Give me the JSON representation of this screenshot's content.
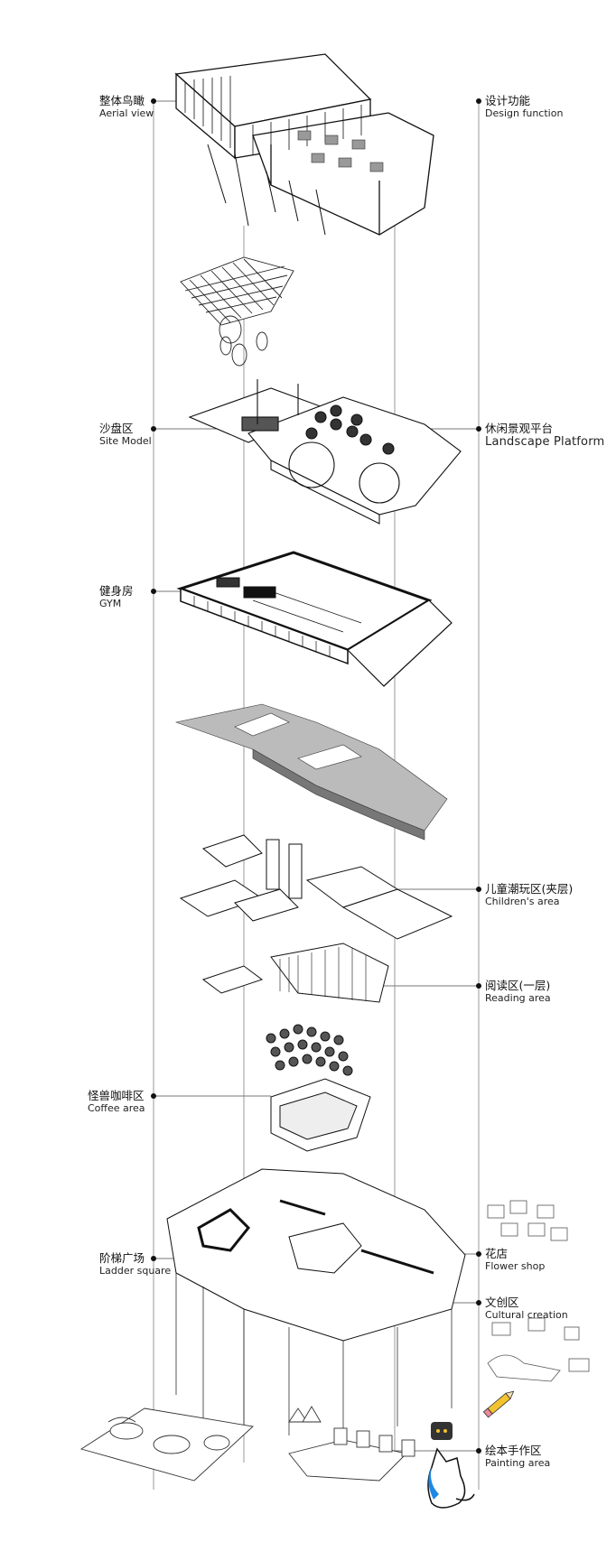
{
  "header": {
    "zh": "设计功能",
    "en": "Design function"
  },
  "left_labels": [
    {
      "id": "aerial",
      "zh": "整体鸟瞰",
      "en": "Aerial view"
    },
    {
      "id": "site",
      "zh": "沙盘区",
      "en": "Site Model"
    },
    {
      "id": "gym",
      "zh": "健身房",
      "en": "GYM"
    },
    {
      "id": "coffee",
      "zh": "怪兽咖啡区",
      "en": "Coffee area"
    },
    {
      "id": "ladder",
      "zh": "阶梯广场",
      "en": "Ladder square"
    }
  ],
  "right_labels": [
    {
      "id": "landscape",
      "zh": "休闲景观平台",
      "en": "Landscape Platform"
    },
    {
      "id": "children",
      "zh": "儿童潮玩区(夹层)",
      "en": "Children's area"
    },
    {
      "id": "reading",
      "zh": "阅读区(一层)",
      "en": "Reading area"
    },
    {
      "id": "flower",
      "zh": "花店",
      "en": "Flower shop"
    },
    {
      "id": "cultural",
      "zh": "文创区",
      "en": "Cultural creation"
    },
    {
      "id": "painting",
      "zh": "绘本手作区",
      "en": "Painting area"
    }
  ],
  "icons": [
    "pencil-icon",
    "chat-bubble-icon",
    "cat-mascot-icon"
  ],
  "colors": {
    "line": "#111111",
    "guide": "#9a9a9a",
    "accent_blue": "#1e88e5",
    "pencil_yellow": "#f2c230",
    "pencil_pink": "#e88a9a"
  }
}
